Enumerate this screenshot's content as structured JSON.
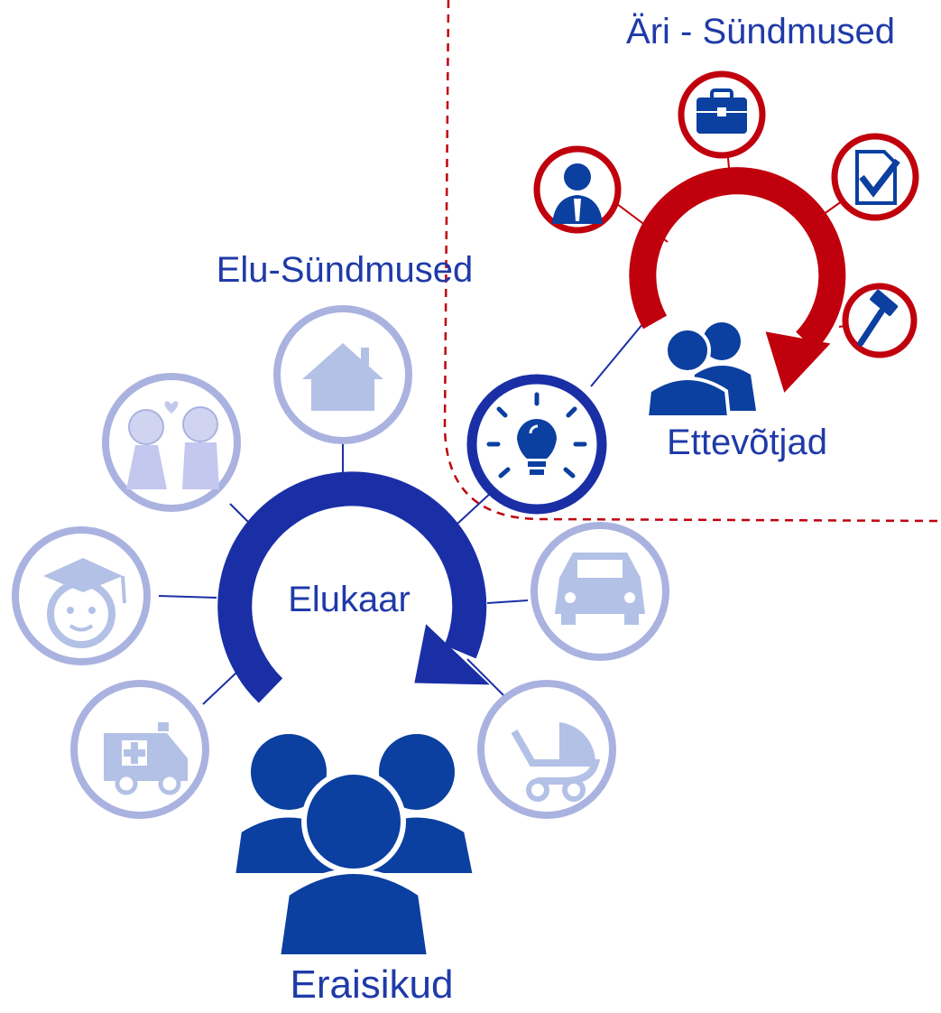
{
  "business": {
    "section_title": "Äri - Sündmused",
    "group_label": "Ettevõtjad",
    "icons": [
      "person-in-suit-icon",
      "briefcase-icon",
      "document-check-icon",
      "gavel-icon"
    ]
  },
  "life": {
    "section_title": "Elu-Sündmused",
    "cycle_label": "Elukaar",
    "group_label": "Eraisikud",
    "icons": [
      "wedding-couple-icon",
      "house-icon",
      "lightbulb-icon",
      "graduate-icon",
      "car-icon",
      "ambulance-icon",
      "baby-stroller-icon"
    ]
  },
  "colors": {
    "business_red": "#c0000c",
    "life_blue": "#1a2fa6",
    "icon_blue": "#0b3fa0",
    "pale_blue": "#b3c1e6",
    "ring_lavender": "#aab2e0",
    "text_blue": "#1f3aa8",
    "divider_red": "#c0000c"
  }
}
